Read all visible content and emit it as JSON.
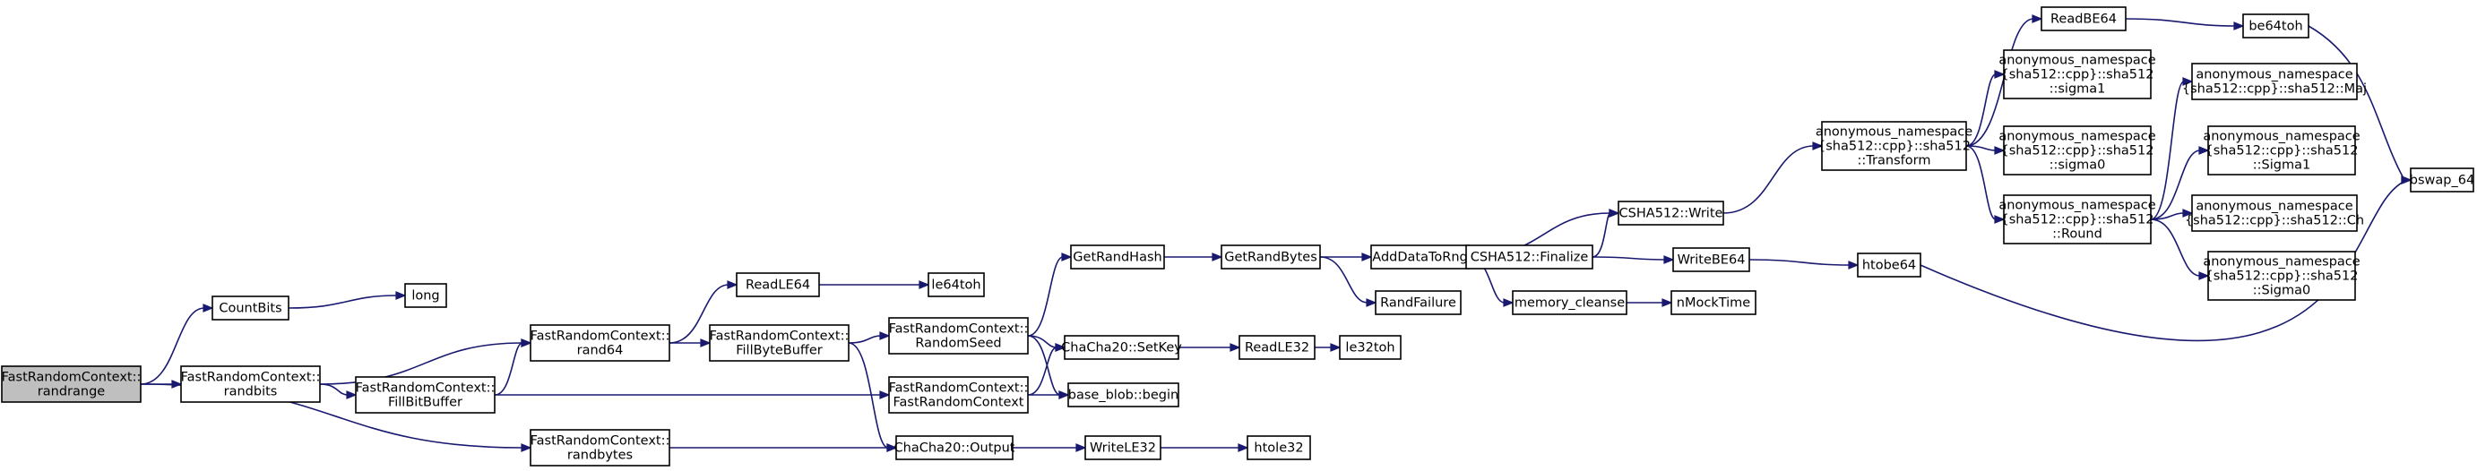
{
  "colors": {
    "edge": "#191970",
    "node_border": "#000000",
    "root_fill": "#bfbfbf",
    "node_fill": "#ffffff"
  },
  "nodes": [
    {
      "id": "root",
      "lines": [
        "FastRandomContext::",
        "randrange"
      ]
    },
    {
      "id": "countbits",
      "lines": [
        "CountBits"
      ]
    },
    {
      "id": "long",
      "lines": [
        "long"
      ]
    },
    {
      "id": "randbits",
      "lines": [
        "FastRandomContext::",
        "randbits"
      ]
    },
    {
      "id": "fillbitbuffer",
      "lines": [
        "FastRandomContext::",
        "FillBitBuffer"
      ]
    },
    {
      "id": "rand64",
      "lines": [
        "FastRandomContext::",
        "rand64"
      ]
    },
    {
      "id": "randbytes",
      "lines": [
        "FastRandomContext::",
        "randbytes"
      ]
    },
    {
      "id": "readle64",
      "lines": [
        "ReadLE64"
      ]
    },
    {
      "id": "le64toh",
      "lines": [
        "le64toh"
      ]
    },
    {
      "id": "fillbytebuffer",
      "lines": [
        "FastRandomContext::",
        "FillByteBuffer"
      ]
    },
    {
      "id": "randomseed",
      "lines": [
        "FastRandomContext::",
        "RandomSeed"
      ]
    },
    {
      "id": "fastrandomcontext",
      "lines": [
        "FastRandomContext::",
        "FastRandomContext"
      ]
    },
    {
      "id": "chacha_output",
      "lines": [
        "ChaCha20::Output"
      ]
    },
    {
      "id": "getrandhash",
      "lines": [
        "GetRandHash"
      ]
    },
    {
      "id": "chacha_setkey",
      "lines": [
        "ChaCha20::SetKey"
      ]
    },
    {
      "id": "base_blob_begin",
      "lines": [
        "base_blob::begin"
      ]
    },
    {
      "id": "writele32",
      "lines": [
        "WriteLE32"
      ]
    },
    {
      "id": "htole32",
      "lines": [
        "htole32"
      ]
    },
    {
      "id": "getrandbytes",
      "lines": [
        "GetRandBytes"
      ]
    },
    {
      "id": "readle32",
      "lines": [
        "ReadLE32"
      ]
    },
    {
      "id": "le32toh",
      "lines": [
        "le32toh"
      ]
    },
    {
      "id": "adddatatorng",
      "lines": [
        "AddDataToRng"
      ]
    },
    {
      "id": "randfailure",
      "lines": [
        "RandFailure"
      ]
    },
    {
      "id": "csha512_finalize",
      "lines": [
        "CSHA512::Finalize"
      ]
    },
    {
      "id": "memory_cleanse",
      "lines": [
        "memory_cleanse"
      ]
    },
    {
      "id": "csha512_write",
      "lines": [
        "CSHA512::Write"
      ]
    },
    {
      "id": "writebe64",
      "lines": [
        "WriteBE64"
      ]
    },
    {
      "id": "nmocktime",
      "lines": [
        "nMockTime"
      ]
    },
    {
      "id": "htobe64",
      "lines": [
        "htobe64"
      ]
    },
    {
      "id": "transform",
      "lines": [
        "anonymous_namespace",
        "{sha512::cpp}::sha512",
        "::Transform"
      ]
    },
    {
      "id": "readbe64",
      "lines": [
        "ReadBE64"
      ]
    },
    {
      "id": "be64toh",
      "lines": [
        "be64toh"
      ]
    },
    {
      "id": "sigma1_small",
      "lines": [
        "anonymous_namespace",
        "{sha512::cpp}::sha512",
        "::sigma1"
      ]
    },
    {
      "id": "sigma0_small",
      "lines": [
        "anonymous_namespace",
        "{sha512::cpp}::sha512",
        "::sigma0"
      ]
    },
    {
      "id": "round",
      "lines": [
        "anonymous_namespace",
        "{sha512::cpp}::sha512",
        "::Round"
      ]
    },
    {
      "id": "maj",
      "lines": [
        "anonymous_namespace",
        "{sha512::cpp}::sha512::Maj"
      ]
    },
    {
      "id": "sigma1_big",
      "lines": [
        "anonymous_namespace",
        "{sha512::cpp}::sha512",
        "::Sigma1"
      ]
    },
    {
      "id": "ch",
      "lines": [
        "anonymous_namespace",
        "{sha512::cpp}::sha512::Ch"
      ]
    },
    {
      "id": "sigma0_big",
      "lines": [
        "anonymous_namespace",
        "{sha512::cpp}::sha512",
        "::Sigma0"
      ]
    },
    {
      "id": "bswap_64",
      "lines": [
        "bswap_64"
      ]
    }
  ],
  "edges": [
    [
      "root",
      "countbits"
    ],
    [
      "root",
      "randbits"
    ],
    [
      "root",
      "randbytes"
    ],
    [
      "countbits",
      "long"
    ],
    [
      "randbits",
      "rand64"
    ],
    [
      "randbits",
      "fillbitbuffer"
    ],
    [
      "fillbitbuffer",
      "rand64"
    ],
    [
      "fillbitbuffer",
      "fastrandomcontext"
    ],
    [
      "rand64",
      "readle64"
    ],
    [
      "rand64",
      "fillbytebuffer"
    ],
    [
      "readle64",
      "le64toh"
    ],
    [
      "fillbytebuffer",
      "randomseed"
    ],
    [
      "fillbytebuffer",
      "chacha_output"
    ],
    [
      "randbytes",
      "chacha_output"
    ],
    [
      "randomseed",
      "getrandhash"
    ],
    [
      "randomseed",
      "chacha_setkey"
    ],
    [
      "randomseed",
      "base_blob_begin"
    ],
    [
      "fastrandomcontext",
      "chacha_setkey"
    ],
    [
      "fastrandomcontext",
      "base_blob_begin"
    ],
    [
      "chacha_output",
      "writele32"
    ],
    [
      "writele32",
      "htole32"
    ],
    [
      "getrandhash",
      "getrandbytes"
    ],
    [
      "chacha_setkey",
      "readle32"
    ],
    [
      "readle32",
      "le32toh"
    ],
    [
      "getrandbytes",
      "adddatatorng"
    ],
    [
      "getrandbytes",
      "randfailure"
    ],
    [
      "adddatatorng",
      "csha512_write"
    ],
    [
      "adddatatorng",
      "csha512_finalize"
    ],
    [
      "adddatatorng",
      "memory_cleanse"
    ],
    [
      "csha512_finalize",
      "csha512_write"
    ],
    [
      "csha512_finalize",
      "writebe64"
    ],
    [
      "memory_cleanse",
      "nmocktime"
    ],
    [
      "csha512_write",
      "transform"
    ],
    [
      "writebe64",
      "htobe64"
    ],
    [
      "htobe64",
      "bswap_64"
    ],
    [
      "transform",
      "readbe64"
    ],
    [
      "transform",
      "sigma1_small"
    ],
    [
      "transform",
      "sigma0_small"
    ],
    [
      "transform",
      "round"
    ],
    [
      "readbe64",
      "be64toh"
    ],
    [
      "be64toh",
      "bswap_64"
    ],
    [
      "round",
      "maj"
    ],
    [
      "round",
      "sigma1_big"
    ],
    [
      "round",
      "ch"
    ],
    [
      "round",
      "sigma0_big"
    ]
  ]
}
